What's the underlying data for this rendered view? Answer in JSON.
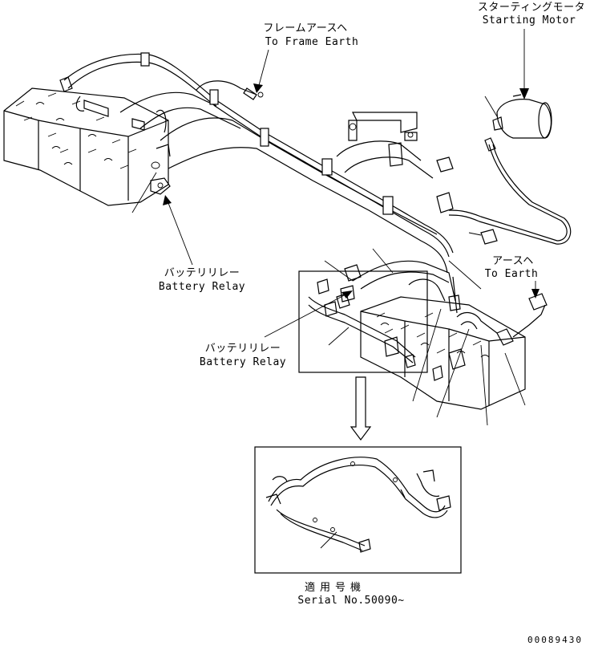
{
  "labels": {
    "frame_earth_jp": "フレームアースヘ",
    "frame_earth_en": "To Frame Earth",
    "starting_motor_jp": "スターティングモータ",
    "starting_motor_en": "Starting Motor",
    "battery_relay_jp_upper": "バッテリリレー",
    "battery_relay_en_upper": "Battery Relay",
    "earth_jp": "アースヘ",
    "earth_en": "To Earth",
    "battery_relay_jp_lower": "バッテリリレー",
    "battery_relay_en_lower": "Battery Relay",
    "serial_jp": "適用号機",
    "serial_en": "Serial No.50090~",
    "drawing_number": "00089430"
  }
}
